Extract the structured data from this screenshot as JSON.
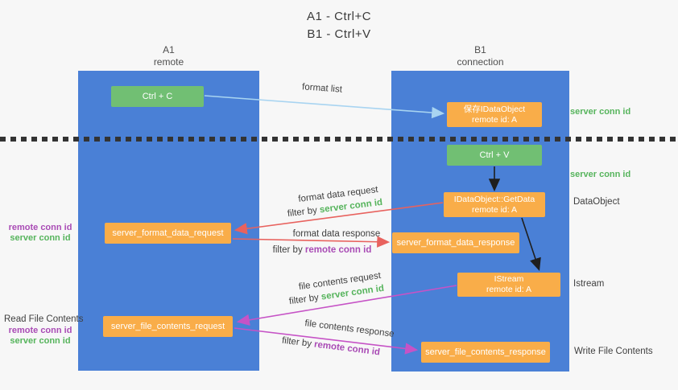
{
  "title": {
    "line1": "A1 - Ctrl+C",
    "line2": "B1 - Ctrl+V"
  },
  "lanes": {
    "left": {
      "title": "A1",
      "subtitle": "remote"
    },
    "right": {
      "title": "B1",
      "subtitle": "connection"
    }
  },
  "nodes": {
    "ctrl_c": {
      "label": "Ctrl + C"
    },
    "ctrl_v": {
      "label": "Ctrl + V"
    },
    "save_idataobject": {
      "line1": "保存IDataObject",
      "line2": "remote id: A"
    },
    "getdata": {
      "line1": "IDataObject::GetData",
      "line2": "remote id: A"
    },
    "istream": {
      "line1": "IStream",
      "line2": "remote id: A"
    },
    "format_request": {
      "label": "server_format_data_request"
    },
    "format_response": {
      "label": "server_format_data_response"
    },
    "file_request": {
      "label": "server_file_contents_request"
    },
    "file_response": {
      "label": "server_file_contents_response"
    }
  },
  "arrow_labels": {
    "format_list": "format list",
    "format_data_request": "format data request",
    "format_data_response": "format data response",
    "file_contents_request": "file contents request",
    "file_contents_response": "file contents response"
  },
  "filters": {
    "by": "filter by",
    "server": "server conn id",
    "remote": "remote conn id"
  },
  "side_labels": {
    "server_conn_id": "server conn id",
    "dataobject": "DataObject",
    "istream": "Istream",
    "read_file_contents": "Read File Contents",
    "write_file_contents": "Write File Contents"
  },
  "colors": {
    "panel_blue": "#4a80d6",
    "node_green": "#71bf73",
    "node_orange": "#f9ad49",
    "text_green": "#56b45c",
    "text_purple": "#a94bb5",
    "arrow_red": "#e8625e",
    "arrow_pink": "#c653c6",
    "arrow_lightblue": "#a8d4f1",
    "arrow_black": "#1e1e1e",
    "background": "#f7f7f7"
  }
}
